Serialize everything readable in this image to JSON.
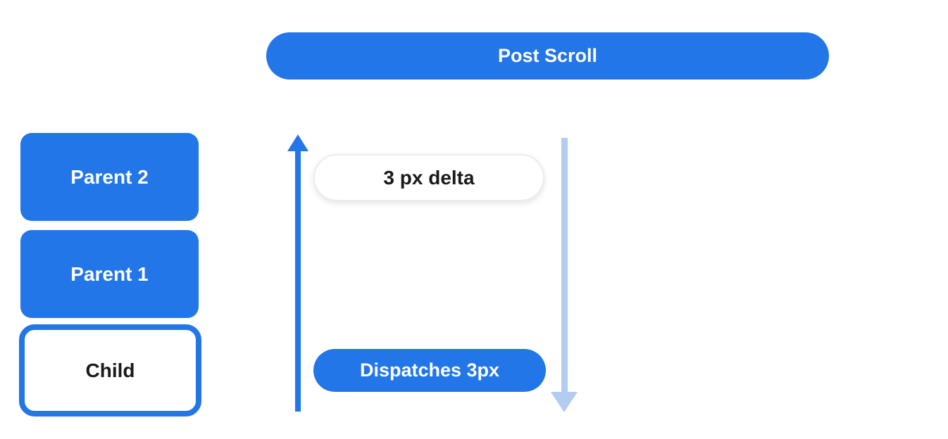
{
  "title_pill": {
    "label": "Post Scroll"
  },
  "stack": {
    "items": [
      {
        "label": "Parent 2",
        "style": "filled"
      },
      {
        "label": "Parent 1",
        "style": "filled"
      },
      {
        "label": "Child",
        "style": "outlined"
      }
    ]
  },
  "flow": {
    "delta_pill": {
      "label": "3 px delta"
    },
    "dispatch_pill": {
      "label": "Dispatches 3px"
    },
    "up_arrow": {
      "direction": "up",
      "color": "#2276E8"
    },
    "down_arrow": {
      "direction": "down",
      "color": "#B3CCF2"
    }
  },
  "colors": {
    "primary_blue": "#2276E8",
    "light_blue": "#B3CCF2",
    "pill_bg": "#FFFFFF",
    "pill_border": "#ECECEE",
    "text_on_blue": "#FFFFFF",
    "text_dark": "#1A1A1A",
    "background": "#FFFFFF"
  }
}
